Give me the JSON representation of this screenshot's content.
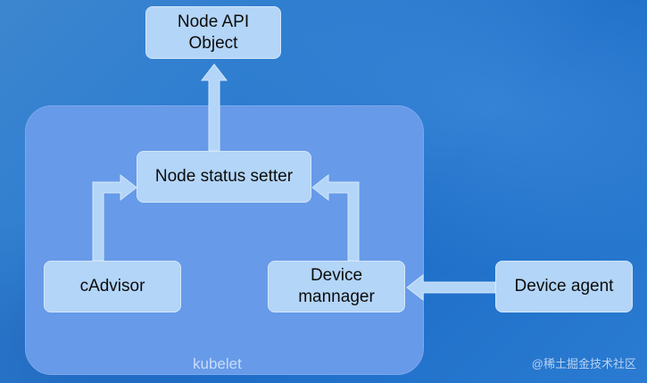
{
  "nodes": {
    "node_api": {
      "line1": "Node API",
      "line2": "Object"
    },
    "status_setter": "Node status setter",
    "cadvisor": "cAdvisor",
    "device_manager": {
      "line1": "Device",
      "line2": "mannager"
    },
    "device_agent": "Device agent"
  },
  "container_label": "kubelet",
  "watermark": "@稀土掘金技术社区",
  "colors": {
    "background": "#2f7ed0",
    "container": "#679ae8",
    "box": "#b3d5f7",
    "arrow": "#b3d5f7"
  }
}
